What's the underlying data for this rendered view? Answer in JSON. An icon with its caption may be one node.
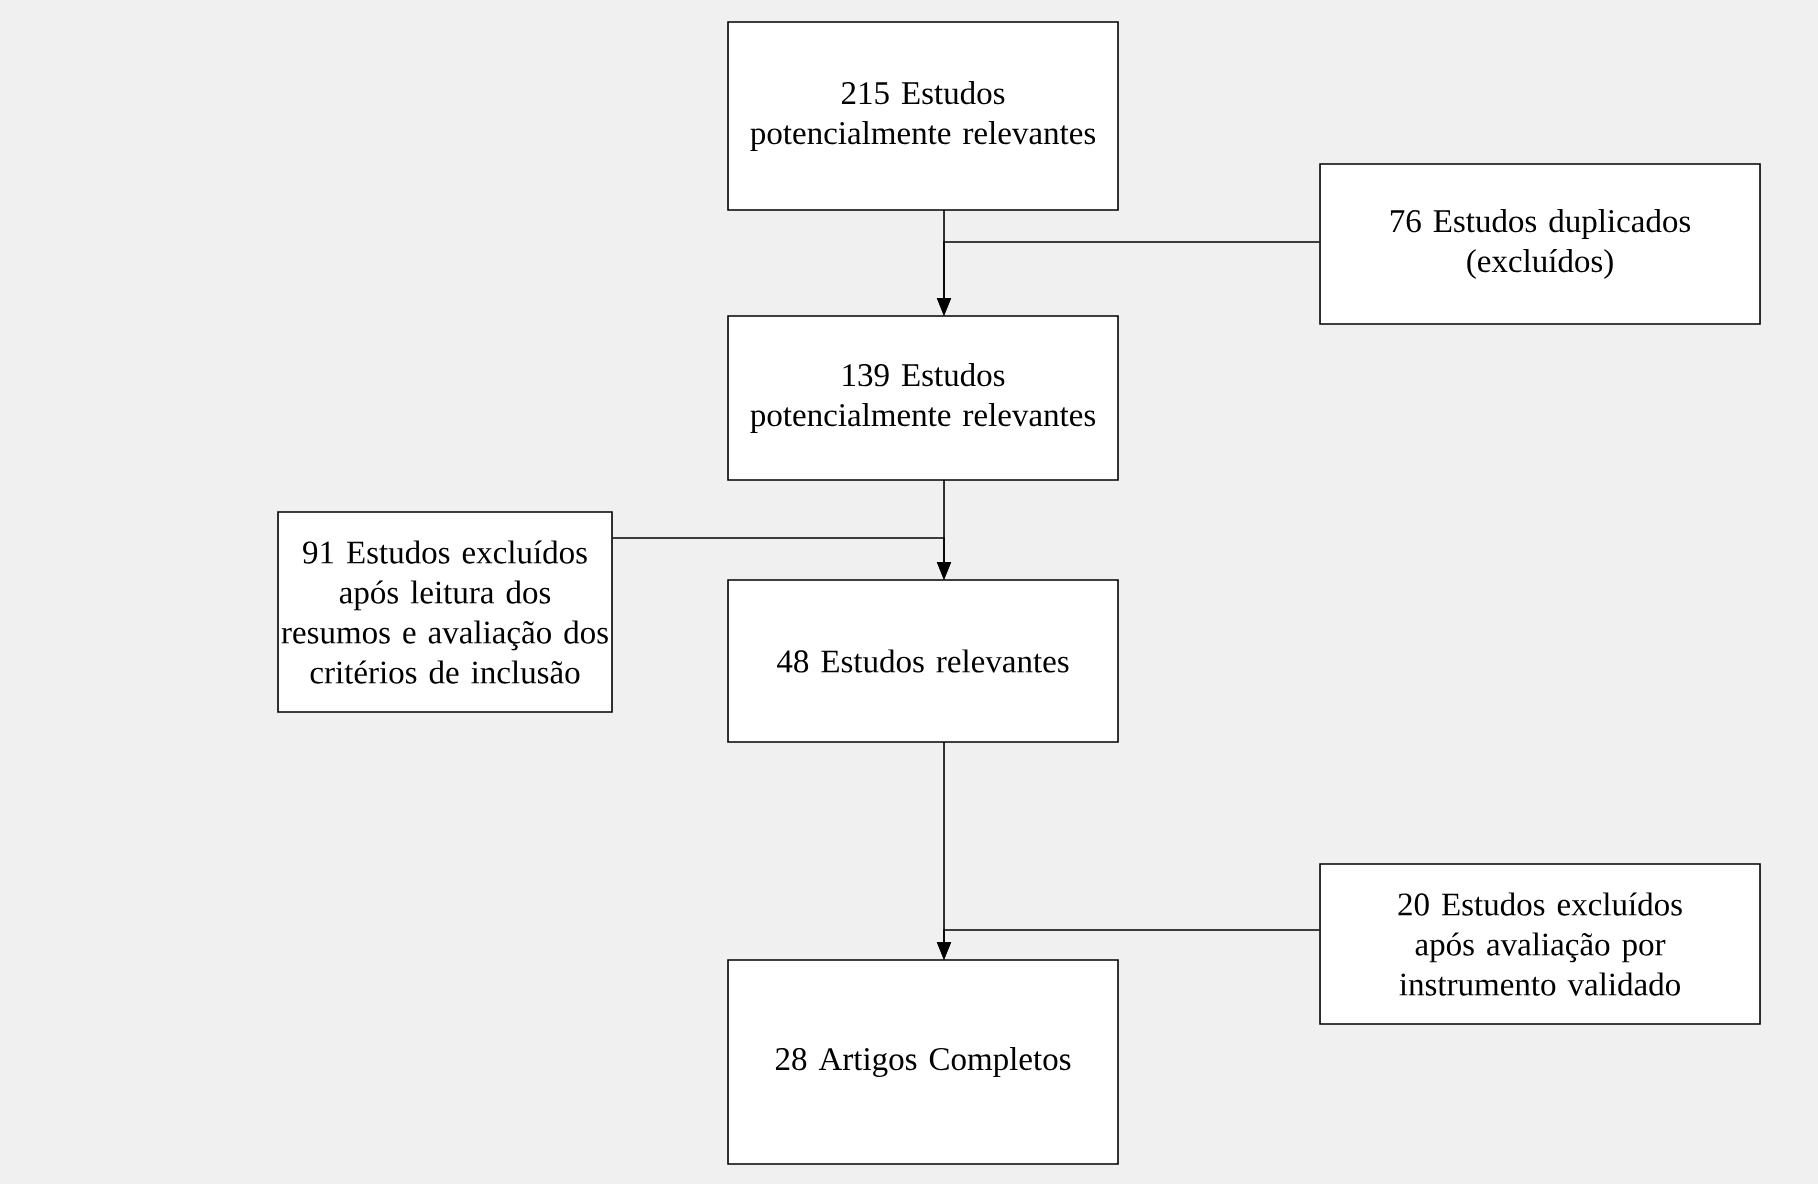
{
  "diagram": {
    "nodes": [
      {
        "text": [
          "215 Estudos potencialmente relevantes"
        ]
      },
      {
        "text": [
          "76 Estudos duplicados (excluídos)"
        ]
      },
      {
        "text": [
          "139 Estudos potencialmente relevantes"
        ]
      },
      {
        "text": [
          "91 Estudos excluídos após leitura dos resumos e avaliação dos critérios de inclusão"
        ]
      },
      {
        "text": [
          "48 Estudos relevantes"
        ]
      },
      {
        "text": [
          "20 Estudos excluídos após avaliação por instrumento validado"
        ]
      },
      {
        "text": [
          "28 Artigos Completos"
        ]
      }
    ],
    "edges": [
      {
        "from": 0,
        "to": 2,
        "arrow": "to"
      },
      {
        "from": 1,
        "to": 2,
        "arrow": "to"
      },
      {
        "from": 2,
        "to": 4,
        "arrow": "to"
      },
      {
        "from": 3,
        "to": 4,
        "arrow": "to"
      },
      {
        "from": 4,
        "to": 6,
        "arrow": "to"
      },
      {
        "from": 5,
        "to": 6,
        "arrow": "to"
      }
    ]
  }
}
